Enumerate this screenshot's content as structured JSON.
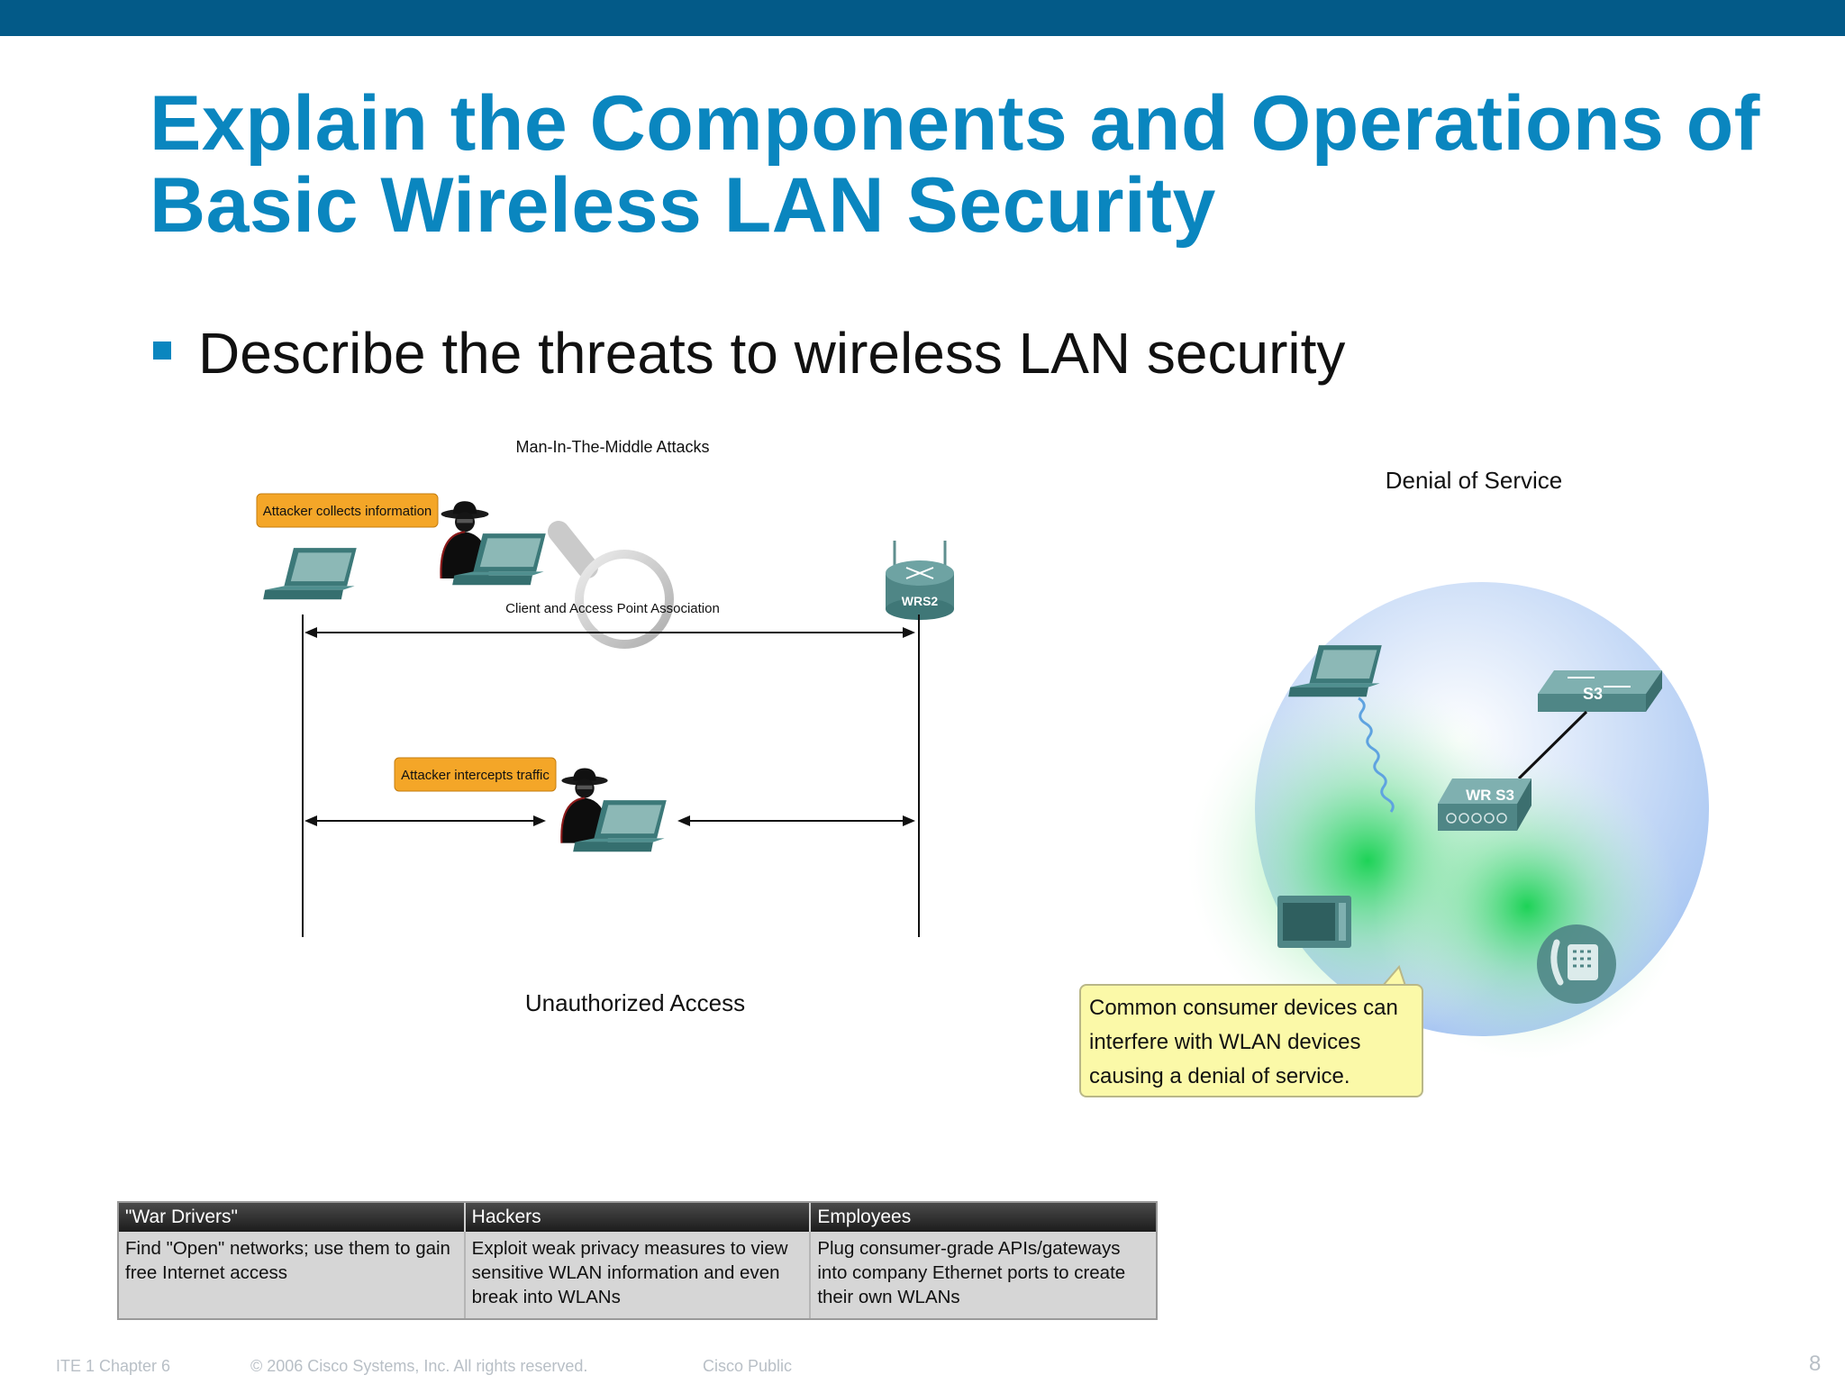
{
  "slide": {
    "title": "Explain the Components and Operations of Basic Wireless LAN Security",
    "bullet": "Describe the threats to wireless LAN security"
  },
  "mitm": {
    "heading": "Man-In-The-Middle Attacks",
    "label_collects": "Attacker collects information",
    "association": "Client and Access Point Association",
    "label_intercepts": "Attacker intercepts traffic",
    "router_label": "WRS2"
  },
  "unauthorized_access": {
    "heading": "Unauthorized Access"
  },
  "dos": {
    "heading": "Denial of Service",
    "switch_label": "S3",
    "router_label": "WR S3",
    "callout": "Common consumer devices can interfere with WLAN devices causing a denial of service."
  },
  "threat_table": {
    "headers": [
      "\"War Drivers\"",
      "Hackers",
      "Employees"
    ],
    "rows": [
      [
        "Find \"Open\" networks; use them to gain free Internet access",
        "Exploit weak privacy measures to view sensitive WLAN information and even break into WLANs",
        "Plug consumer-grade APIs/gateways into company Ethernet ports to create their own WLANs"
      ]
    ]
  },
  "footer": {
    "course": "ITE 1 Chapter 6",
    "copyright": "© 2006 Cisco Systems, Inc. All rights reserved.",
    "classification": "Cisco Public",
    "page": "8"
  },
  "colors": {
    "top_bar": "#035a88",
    "title": "#0a86bf",
    "attacker_label": "#f4a628",
    "callout_bg": "#fbf9a8",
    "table_header": "#2b2b2b",
    "device_teal": "#4f8f8f"
  },
  "icons": [
    "laptop-icon",
    "attacker-icon",
    "magnifier-icon",
    "router-icon",
    "switch-icon",
    "wireless-router-icon",
    "microwave-icon",
    "cordless-phone-icon"
  ]
}
